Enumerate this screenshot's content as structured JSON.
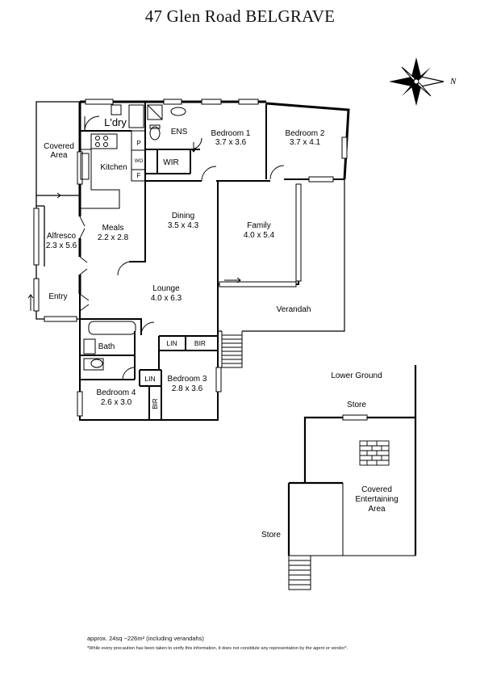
{
  "title": "47 Glen Road BELGRAVE",
  "compass": {
    "label": "N"
  },
  "rooms": {
    "laundry": "L'dry",
    "ensuite": "ENS",
    "wir": "WIR",
    "pantry": "P",
    "wo": "WO",
    "fridge": "F",
    "bedroom1": {
      "name": "Bedroom 1",
      "dims": "3.7 x 3.6"
    },
    "bedroom2": {
      "name": "Bedroom 2",
      "dims": "3.7 x 4.1"
    },
    "covered_area": {
      "line1": "Covered",
      "line2": "Area"
    },
    "kitchen": "Kitchen",
    "meals": {
      "name": "Meals",
      "dims": "2.2 x 2.8"
    },
    "dining": {
      "name": "Dining",
      "dims": "3.5 x 4.3"
    },
    "family": {
      "name": "Family",
      "dims": "4.0 x 5.4"
    },
    "alfresco": {
      "name": "Alfresco",
      "dims": "2.3 x 5.6"
    },
    "entry": "Entry",
    "lounge": {
      "name": "Lounge",
      "dims": "4.0 x 6.3"
    },
    "verandah": "Verandah",
    "bath": "Bath",
    "lin1": "LIN",
    "bir1": "BIR",
    "lin2": "LIN",
    "bir2": "BIR",
    "bedroom3": {
      "name": "Bedroom 3",
      "dims": "2.8 x 3.6"
    },
    "bedroom4": {
      "name": "Bedroom 4",
      "dims": "2.6 x 3.0"
    }
  },
  "lower_ground": {
    "label": "Lower Ground",
    "store_top": "Store",
    "store_left": "Store",
    "covered_entertaining": {
      "line1": "Covered",
      "line2": "Entertaining",
      "line3": "Area"
    }
  },
  "footer": {
    "area": "approx. 24sq ~226m²  (including verandahs)",
    "disclaimer": "*While every precaution has been taken to verify this information, it does not constitute any representation by the agent or vendor*."
  }
}
